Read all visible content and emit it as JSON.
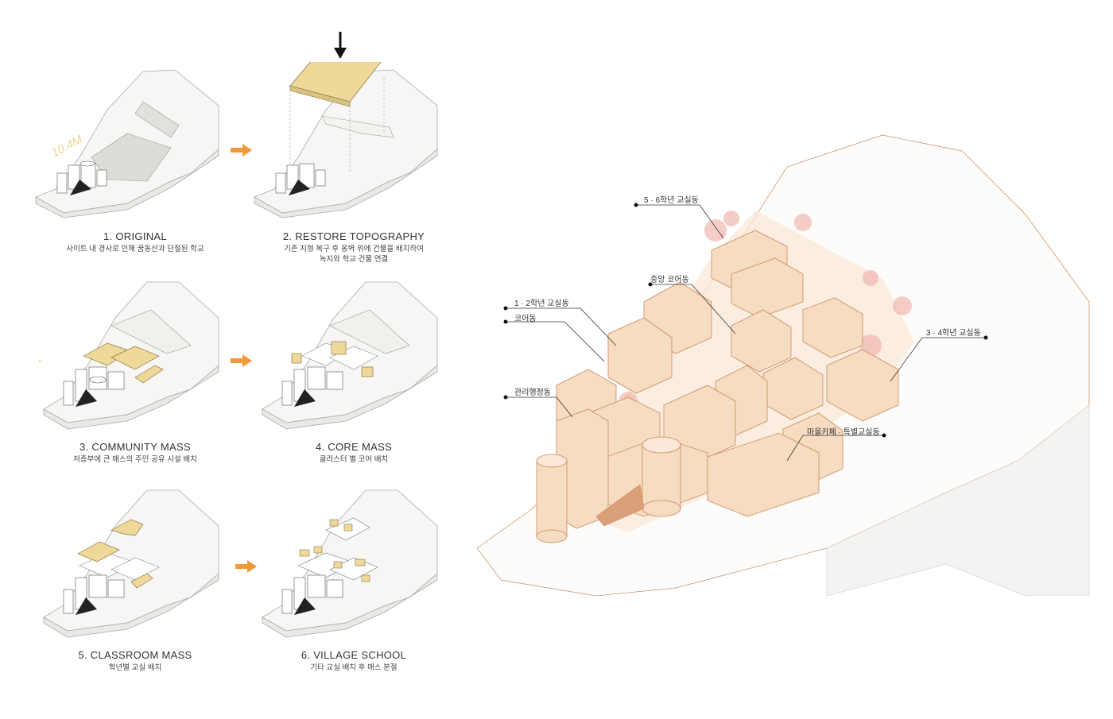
{
  "steps": [
    {
      "title": "1. ORIGINAL",
      "subtitle": "사이트 내 경사로 인해 꿈동산과 단절된 학교",
      "annotation": "10.4M"
    },
    {
      "title": "2. RESTORE TOPOGRAPHY",
      "subtitle": "기존 지형 복구 후 옹벽 위에 건물을 배치하여",
      "subtitle2": "녹지와 학교 건물 연결"
    },
    {
      "title": "3. COMMUNITY MASS",
      "subtitle": "저층부에 큰 매스의 주민 공유 시설 배치"
    },
    {
      "title": "4. CORE MASS",
      "subtitle": "클러스터 별 코어 배치"
    },
    {
      "title": "5. CLASSROOM MASS",
      "subtitle": "학년별 교실 배치"
    },
    {
      "title": "6. VILLAGE SCHOOL",
      "subtitle": "기타 교실 배치 후 매스 분절"
    }
  ],
  "labels": {
    "grade56": "5 · 6학년 교실동",
    "central_core": "중앙 코어동",
    "grade12": "1 · 2학년 교실동",
    "core": "코어동",
    "admin": "관리행정동",
    "grade34": "3 · 4학년 교실동",
    "cafe": "마을카페 · 특별교실동"
  },
  "colors": {
    "mass_yellow": "#eed99a",
    "arrow_orange": "#ef9a3a",
    "building_peach": "#f6dcc0",
    "line_brown": "#c98a5e",
    "tree_pink": "#f1b8b0"
  }
}
